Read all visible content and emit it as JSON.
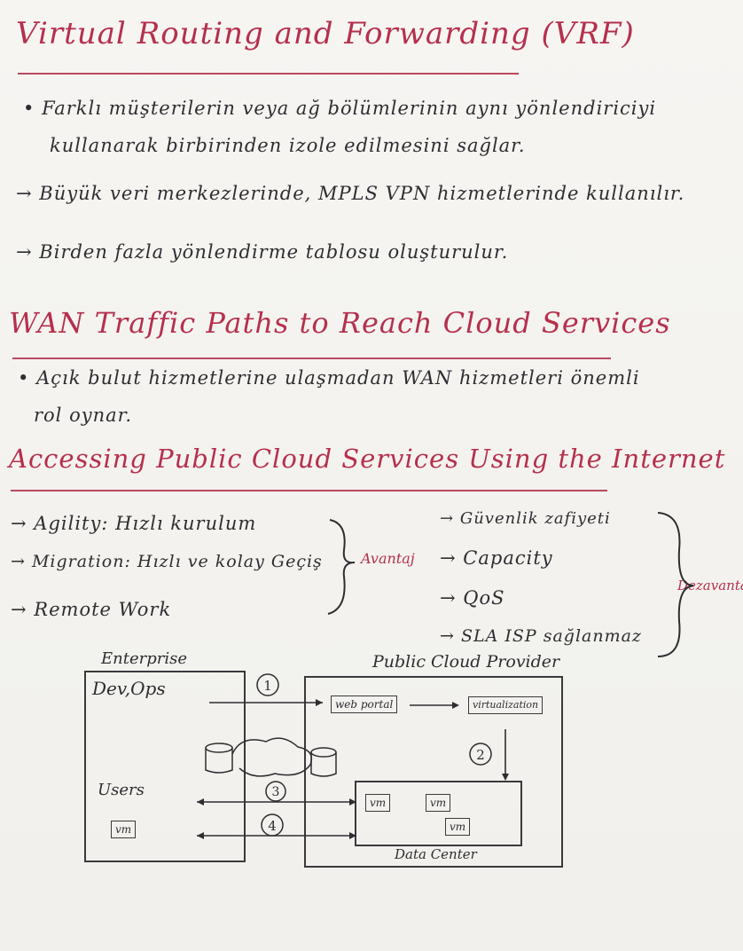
{
  "vrf": {
    "title": "Virtual Routing and Forwarding (VRF)",
    "bullet1_line1": "Farklı müşterilerin veya ağ bölümlerinin aynı yönlendiriciyi",
    "bullet1_line2": "kullanarak birbirinden izole edilmesini sağlar.",
    "arrow1": "Büyük veri merkezlerinde, MPLS VPN hizmetlerinde kullanılır.",
    "arrow2": "Birden fazla yönlendirme tablosu oluşturulur."
  },
  "wan": {
    "title": "WAN Traffic Paths to Reach Cloud Services",
    "bullet1_line1": "Açık bulut hizmetlerine ulaşmadan WAN hizmetleri önemli",
    "bullet1_line2": "rol oynar."
  },
  "public": {
    "title": "Accessing Public Cloud Services Using the Internet",
    "left_items": [
      "Agility: Hızlı kurulum",
      "Migration: Hızlı ve kolay Geçiş",
      "Remote Work"
    ],
    "left_brace_label": "Avantaj",
    "right_items": [
      "Güvenlik zafiyeti",
      "Capacity",
      "QoS",
      "SLA ISP sağlanmaz"
    ],
    "right_brace_label": "Dezavantaj"
  },
  "diagram": {
    "enterprise_label": "Enterprise",
    "devops_label": "Dev,Ops",
    "users_label": "Users",
    "ent_vm": "vm",
    "provider_label": "Public Cloud Provider",
    "web_portal": "web portal",
    "virtualization": "virtualization",
    "dc_vm1": "vm",
    "dc_vm2": "vm",
    "dc_vm3": "vm",
    "datacenter_label": "Data Center",
    "step1": "1",
    "step2": "2",
    "step3": "3",
    "step4": "4"
  }
}
